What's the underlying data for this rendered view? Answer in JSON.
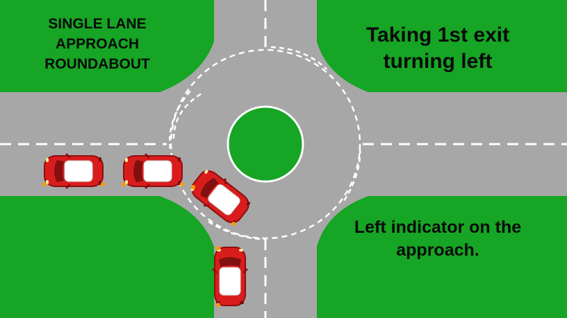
{
  "scene": {
    "title_left": [
      "SINGLE LANE",
      "APPROACH",
      "ROUNDABOUT"
    ],
    "title_right": [
      "Taking 1st exit",
      "turning left"
    ],
    "note": [
      "Left indicator on the",
      "approach."
    ]
  },
  "colors": {
    "grass": "#16a524",
    "road": "#a7a7a7",
    "markings": "#ffffff",
    "island": "#16a524",
    "car_body": "#d91d1d",
    "car_dark": "#8e0e0e",
    "car_roof": "#ffffff",
    "indicator": "#ff9800"
  },
  "icons": [
    "car-icon"
  ]
}
